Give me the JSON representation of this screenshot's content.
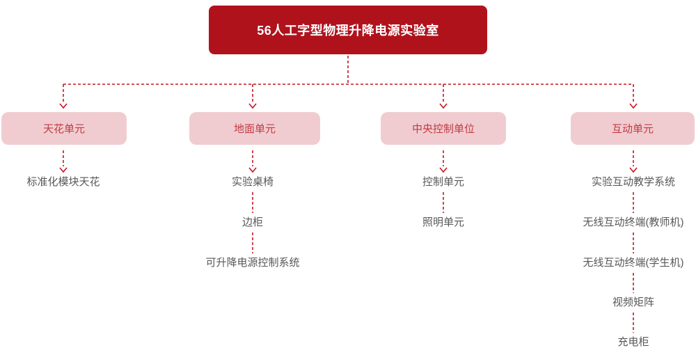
{
  "root": {
    "title": "56人工字型物理升降电源实验室"
  },
  "colors": {
    "root_bg": "#b0121c",
    "branch_bg": "#f0ccd0",
    "branch_text": "#c23a44",
    "line": "#c41421",
    "item_text": "#585858"
  },
  "branches": [
    {
      "label": "天花单元",
      "items": [
        "标准化模块天花"
      ]
    },
    {
      "label": "地面单元",
      "items": [
        "实验桌椅",
        "边柜",
        "可升降电源控制系统"
      ]
    },
    {
      "label": "中央控制单位",
      "items": [
        "控制单元",
        "照明单元"
      ]
    },
    {
      "label": "互动单元",
      "items": [
        "实验互动教学系统",
        "无线互动终端(教师机)",
        "无线互动终端(学生机)",
        "视频矩阵",
        "充电柜"
      ]
    }
  ]
}
